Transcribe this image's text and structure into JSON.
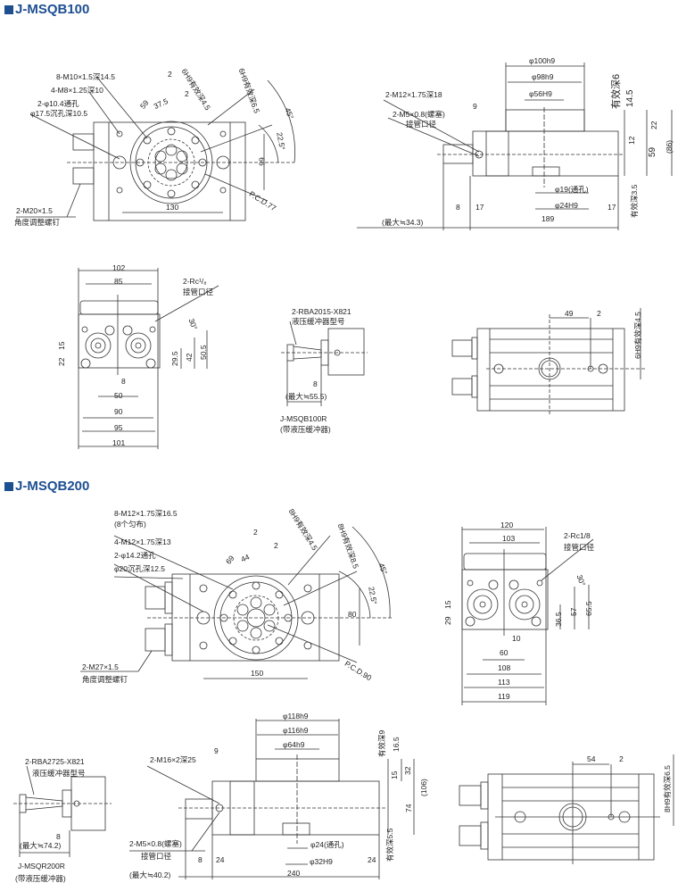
{
  "accent_color": "#1d4f91",
  "msqb100": {
    "title": "J-MSQB100",
    "top_view": [
      "8-M10×1.5深14.5",
      "4-M8×1.25深10",
      "2-φ10.4通孔",
      "φ17.5沉孔深10.5",
      "2-M20×1.5",
      "角度调整螺钉",
      "59",
      "37.5",
      "2",
      "2",
      "6H9有效深4.5",
      "6H9有效深6.5",
      "45°",
      "22.5°",
      "66",
      "P.C.D.77",
      "130"
    ],
    "side_view": [
      "φ100h9",
      "φ98h9",
      "φ56H9",
      "有效深6",
      "14.5",
      "22",
      "12",
      "59",
      "(86)",
      "有效深3.5",
      "2-M12×1.75深18",
      "9",
      "2-M5×0.8(螺塞)",
      "接管口径",
      "φ19(通孔)",
      "φ24H9",
      "8",
      "17",
      "17",
      "189",
      "(最大≒34.3)"
    ],
    "end_view": [
      "102",
      "85",
      "2-Rc¹/₈",
      "接管口径",
      "30°",
      "15",
      "22",
      "29.5",
      "42",
      "50.5",
      "8",
      "50",
      "90",
      "95",
      "101"
    ],
    "buffer_view": [
      "2-RBA2015-X821",
      "液压缓冲器型号",
      "8",
      "(最大≒55.5)",
      "J-MSQB100R",
      "(带液压缓冲器)"
    ],
    "bottom_view": [
      "49",
      "2",
      "6H9有效深4.5"
    ]
  },
  "msqb200": {
    "title": "J-MSQB200",
    "top_view": [
      "8-M12×1.75深16.5",
      "(8个匀布)",
      "4-M12×1.75深13",
      "2-φ14.2通孔",
      "φ20沉孔深12.5",
      "69",
      "44",
      "2",
      "2",
      "8H9有效深4.5",
      "8H9有效深8.5",
      "45°",
      "22.5°",
      "80",
      "P.C.D.90",
      "150",
      "2-M27×1.5",
      "角度调整螺钉"
    ],
    "end_view": [
      "120",
      "103",
      "2-Rc1/8",
      "接管口径",
      "30°",
      "15",
      "29",
      "36.5",
      "57",
      "65.5",
      "10",
      "60",
      "108",
      "113",
      "119"
    ],
    "buffer_view": [
      "2-RBA2725-X821",
      "液压缓冲器型号",
      "8",
      "(最大≒74.2)",
      "J-MSQR200R",
      "(带液压缓冲器)"
    ],
    "side_view": [
      "φ118h9",
      "φ116h9",
      "φ64h9",
      "9",
      "2-M16×2深25",
      "有效深9",
      "16.5",
      "15",
      "32",
      "74",
      "(106)",
      "有效深5.5",
      "2-M5×0.8(螺塞)",
      "接管口径",
      "φ24(通孔)",
      "φ32H9",
      "8",
      "24",
      "24",
      "240",
      "(最大≒40.2)"
    ],
    "bottom_view": [
      "54",
      "2",
      "8H9有效深6.5"
    ]
  }
}
